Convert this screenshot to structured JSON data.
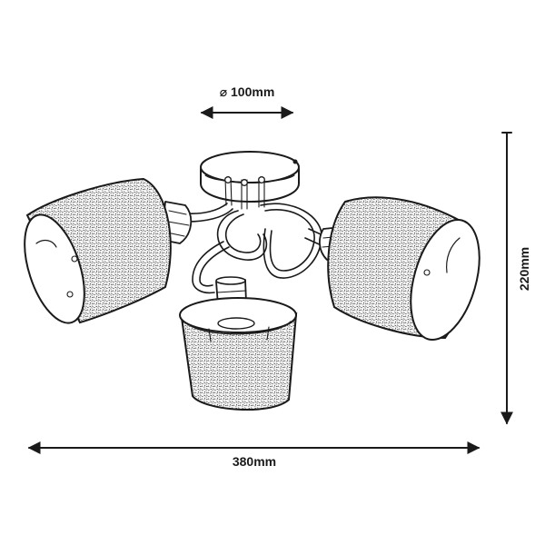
{
  "dimensions": {
    "canopy_diameter": "⌀ 100mm",
    "height": "220mm",
    "width": "380mm"
  },
  "drawing": {
    "subject": "three-arm ceiling lamp with drum shades",
    "style": "pencil sketch line drawing",
    "ink_color": "#1a1a1a",
    "background": "#ffffff"
  }
}
